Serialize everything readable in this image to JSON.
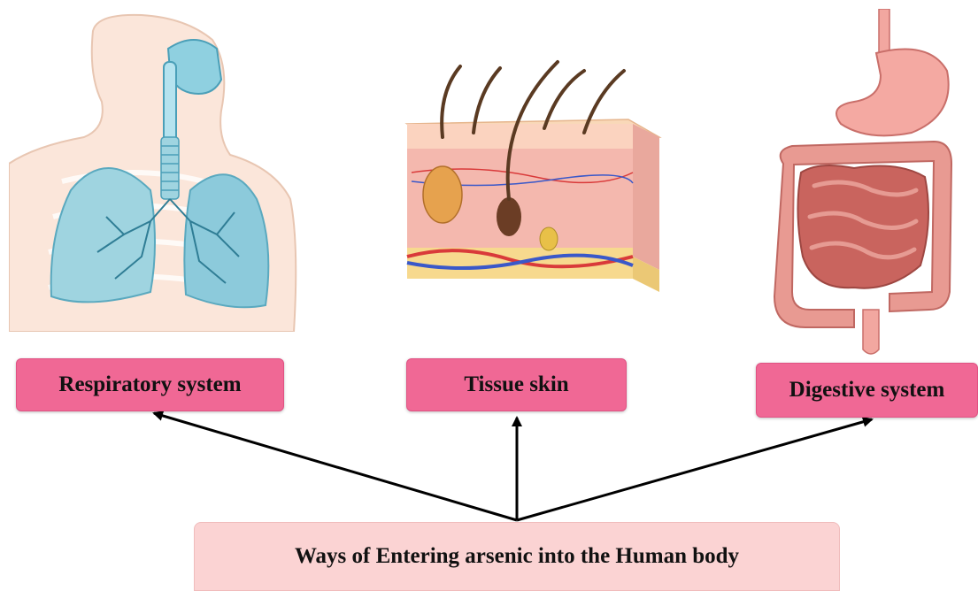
{
  "diagram": {
    "source": {
      "label": "Ways of Entering arsenic into the Human body"
    },
    "routes": [
      {
        "id": "respiratory",
        "label": "Respiratory system",
        "illustration": "lungs-illustration"
      },
      {
        "id": "skin",
        "label": "Tissue skin",
        "illustration": "skin-tissue-illustration"
      },
      {
        "id": "digestive",
        "label": "Digestive system",
        "illustration": "digestive-tract-illustration"
      }
    ],
    "colors": {
      "route_box": "#f06895",
      "source_box": "#fbd3d3",
      "arrow": "#000000",
      "lung": "#9fd4e0",
      "skin": "#f7c8a8",
      "intestine": "#e58c86"
    }
  }
}
